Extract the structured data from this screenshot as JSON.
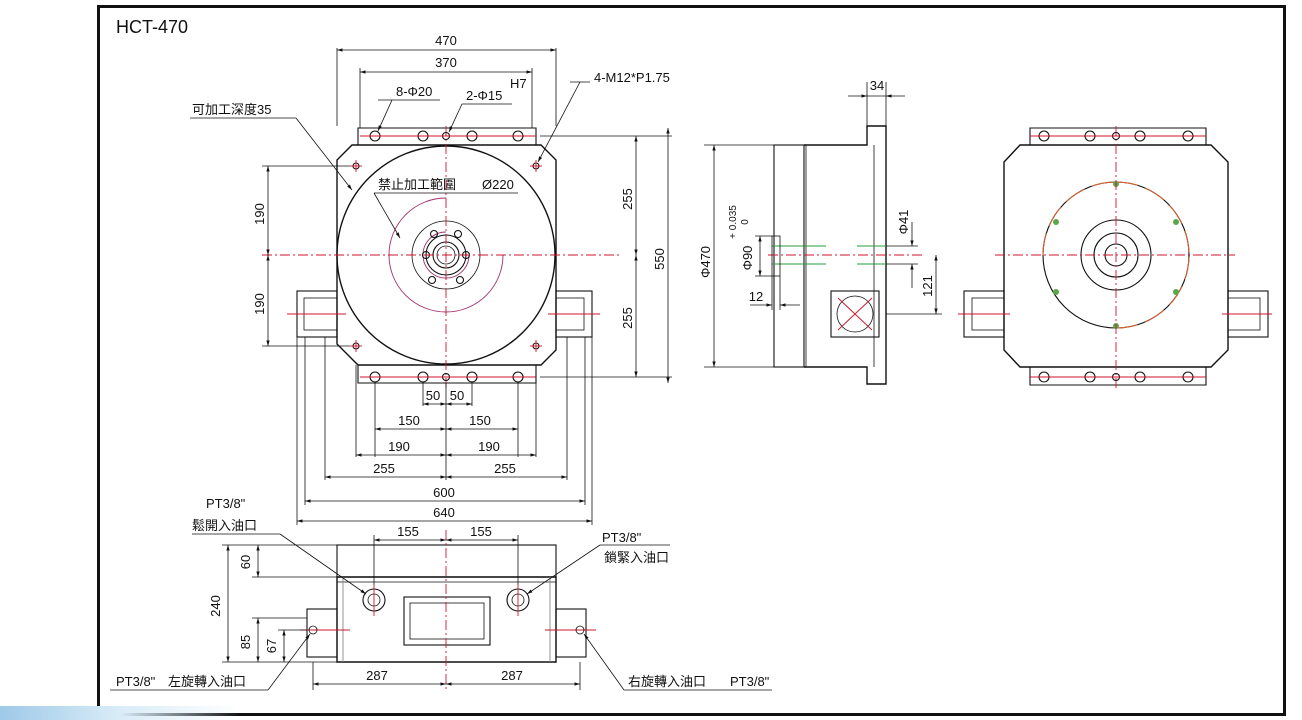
{
  "title": "HCT-470",
  "top_view": {
    "dims": {
      "d470": "470",
      "d370": "370",
      "holes_8": "8-Φ20",
      "holes_2": "2-Φ15",
      "fit": "H7",
      "tap": "4-M12*P1.75",
      "depth": "可加工深度35",
      "forbid": "禁止加工範圍",
      "forbid_dia": "Ø220",
      "left_190_top": "190",
      "left_190_bot": "190",
      "right_255_top": "255",
      "right_255_bot": "255",
      "right_550": "550",
      "b50_l": "50",
      "b50_r": "50",
      "b150_l": "150",
      "b150_r": "150",
      "b190_l": "190",
      "b190_r": "190",
      "b255_l": "255",
      "b255_r": "255",
      "b600": "600",
      "b640": "640"
    }
  },
  "side_view": {
    "dims": {
      "d34": "34",
      "dia470": "Φ470",
      "dia90": "Φ90",
      "tol_up": "+ 0.035",
      "tol_lo": "0",
      "dia41": "Φ41",
      "d121": "121",
      "d12": "12"
    }
  },
  "front_view": {
    "dims": {
      "d155_l": "155",
      "d155_r": "155",
      "d60": "60",
      "d240": "240",
      "d85": "85",
      "d67": "67",
      "d287_l": "287",
      "d287_r": "287"
    },
    "notes": {
      "pt_left_top": "PT3/8\"",
      "release": "鬆開入油口",
      "pt_right_top": "PT3/8\"",
      "lock": "鎖緊入油口",
      "pt_left_bot": "PT3/8\"",
      "left_rot": "左旋轉入油口",
      "right_rot": "右旋轉入油口",
      "pt_right_bot": "PT3/8\""
    }
  }
}
